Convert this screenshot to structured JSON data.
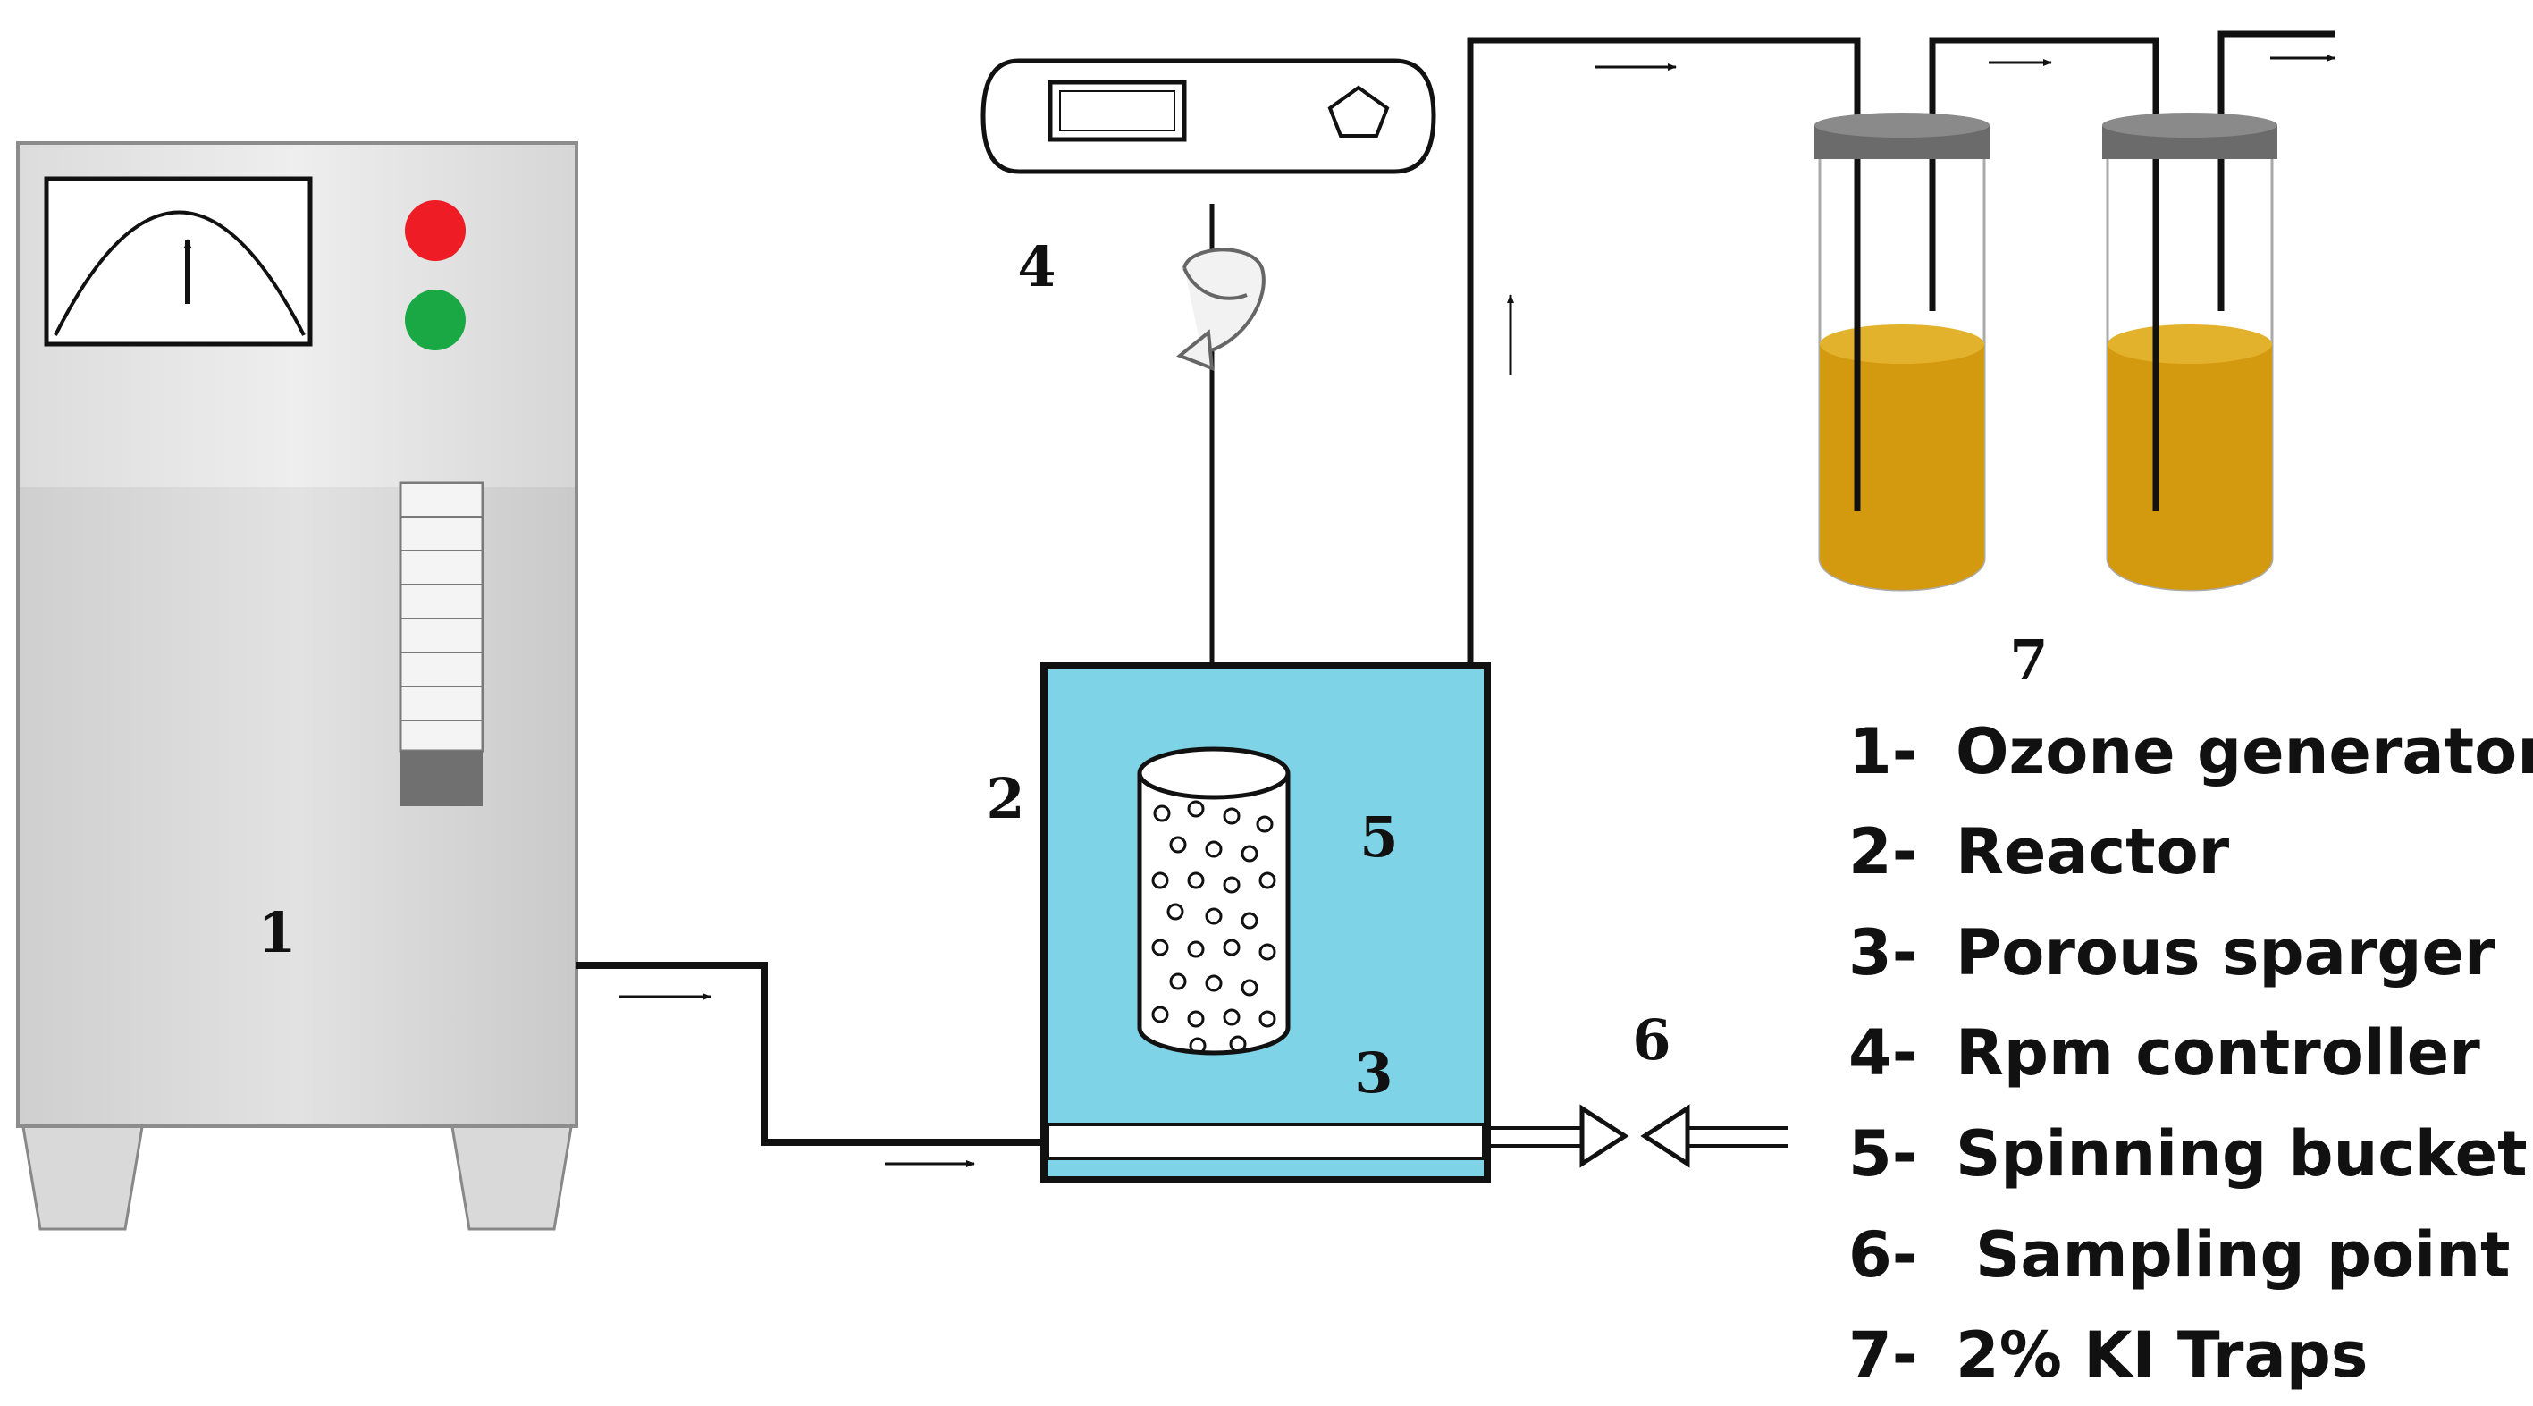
{
  "diagram": {
    "component_numbers": [
      "1",
      "2",
      "3",
      "4",
      "5",
      "6",
      "7"
    ],
    "legend": [
      {
        "num": "1-",
        "label": "Ozone generator"
      },
      {
        "num": "2-",
        "label": "Reactor"
      },
      {
        "num": "3-",
        "label": "Porous sparger"
      },
      {
        "num": "4-",
        "label": "Rpm controller"
      },
      {
        "num": "5-",
        "label": "Spinning bucket"
      },
      {
        "num": "6-",
        "label": "Sampling point"
      },
      {
        "num": "7-",
        "label": "2% KI Traps"
      }
    ],
    "colors": {
      "reactor_water": "#7fd3e6",
      "ki_solution": "#d39a10",
      "indicator_red": "#ee1c24",
      "indicator_green": "#1aa845",
      "trap_cap": "#6b6b6b",
      "flowmeter_float": "#707070"
    },
    "icons": [
      "gauge-icon",
      "rotation-arrow-icon",
      "valve-icon",
      "pentagon-icon"
    ]
  }
}
